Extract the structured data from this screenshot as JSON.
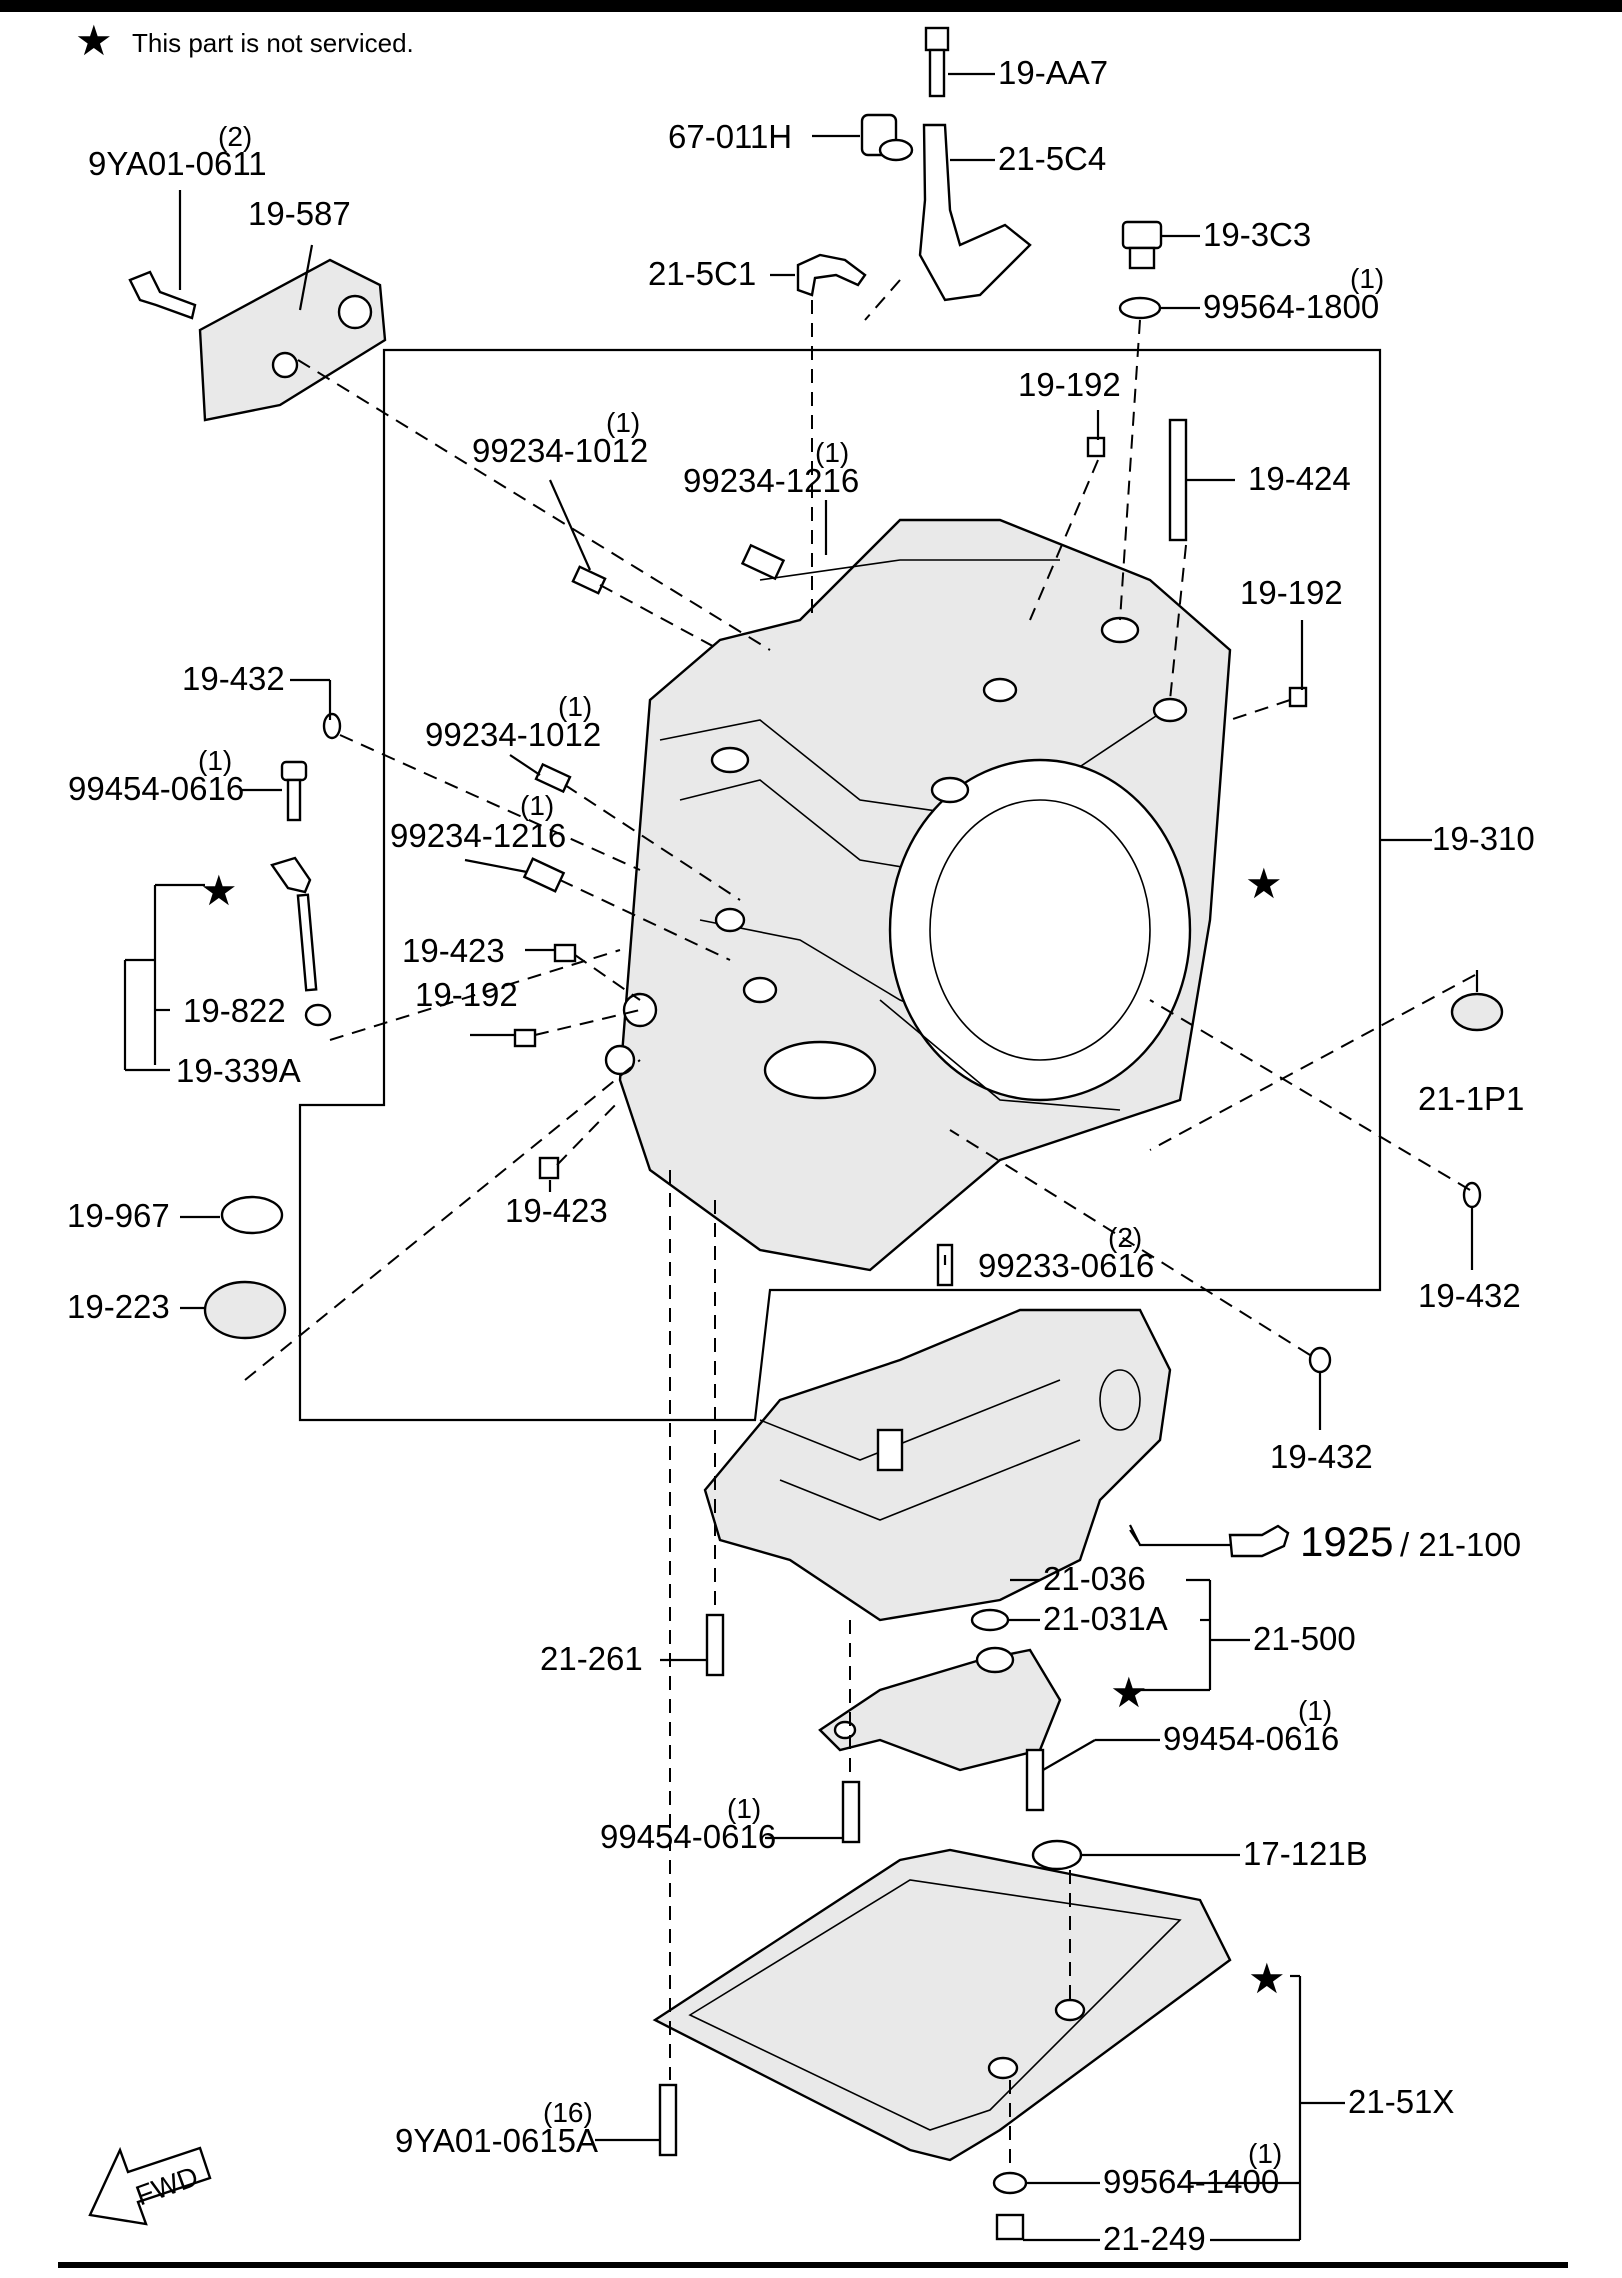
{
  "note": {
    "symbol": "★",
    "text": "This part is not serviced."
  },
  "labels": {
    "p19AA7": "19-AA7",
    "p67011H": "67-011H",
    "p215C4": "21-5C4",
    "p215C1": "21-5C1",
    "p193C3": "19-3C3",
    "p995641800": "99564-1800",
    "q995641800": "(1)",
    "p9YA010611": "9YA01-0611",
    "q9YA010611": "(2)",
    "p19587": "19-587",
    "p19192a": "19-192",
    "p19424": "19-424",
    "p19192b": "19-192",
    "p992341012a": "99234-1012",
    "q992341012a": "(1)",
    "p992341216a": "99234-1216",
    "q992341216a": "(1)",
    "p19432a": "19-432",
    "p992341012b": "99234-1012",
    "q992341012b": "(1)",
    "p994540616a": "99454-0616",
    "q994540616a": "(1)",
    "p992341216b": "99234-1216",
    "q992341216b": "(1)",
    "p19310": "19-310",
    "p19423a": "19-423",
    "p19192c": "19-192",
    "p19822": "19-822",
    "p19339A": "19-339A",
    "p211P1": "21-1P1",
    "p19423b": "19-423",
    "p19967": "19-967",
    "p992330616": "99233-0616",
    "q992330616": "(2)",
    "p19432b": "19-432",
    "p19223": "19-223",
    "p19432c": "19-432",
    "ref1925": "1925",
    "ref21100": "/ 21-100",
    "p21036": "21-036",
    "p21031A": "21-031A",
    "p21500": "21-500",
    "p21261": "21-261",
    "p994540616b": "99454-0616",
    "q994540616b": "(1)",
    "p994540616c": "99454-0616",
    "q994540616c": "(1)",
    "p17121B": "17-121B",
    "p2151X": "21-51X",
    "p9YA010615A": "9YA01-0615A",
    "q9YA010615A": "(16)",
    "p995641400": "99564-1400",
    "q995641400": "(1)",
    "p21249": "21-249",
    "fwd": "FWD"
  }
}
